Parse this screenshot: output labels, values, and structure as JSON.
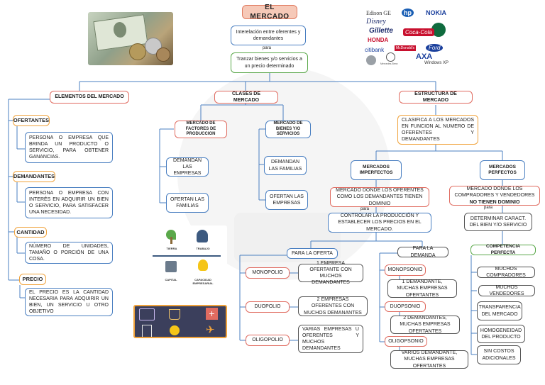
{
  "title": "EL MERCADO",
  "intro": "Interelación entre oferentes y demandantes",
  "para1": "para",
  "purpose": "Tranzar bienes y/o servicios a un precio determinado",
  "elementos": {
    "header": "ELEMENTOS DEL MERCADO",
    "ofertantes": {
      "label": "OFERTANTES",
      "desc": "PERSONA O EMPRESA QUE BRINDA UN PRODUCTO O SERVICIO, PARA OBTENER GANANCIAS."
    },
    "demandantes": {
      "label": "DEMANDANTES",
      "desc": "PERSONA O EMPRESA CON INTERÉS EN ADQUIRIR UN BIEN O SERVICIO, PARA SATISFACER UNA NECESIDAD."
    },
    "cantidad": {
      "label": "CANTIDAD",
      "desc": "NÚMERO DE UNIDADES, TAMAÑO O PORCIÓN DE UNA COSA."
    },
    "precio": {
      "label": "PRECIO",
      "desc": "EL PRECIO ES LA CANTIDAD NECESARIA PARA ADQUIRIR UN BIEN, UN SERVICIO U OTRO OBJETIVO"
    }
  },
  "clases": {
    "header": "CLASES DE MERCADO",
    "factores": "MERCADO DE FACTORES DE PRODUCCION",
    "bienes": "MERCADO DE BIENES Y/O SERVICIOS",
    "f_demandan": "DEMANDAN LAS EMPRESAS",
    "f_ofertan": "OFERTAN LAS FAMILIAS",
    "b_demandan": "DEMANDAN LAS FAMILIAS",
    "b_ofertan": "OFERTAN LAS EMPRESAS",
    "factors_icons": [
      "TIERRA",
      "TRABAJO",
      "CAPITAL",
      "CAPACIDAD EMPRESARIAL"
    ]
  },
  "estructura": {
    "header": "ESTRUCTURA DE MERCADO",
    "desc": "CLASIFICA A LOS MERCADOS EN FUNCION AL NUMERO DE OFERENTES Y DEMANDANTES",
    "imperfectos": "MERCADOS IMPERFECTOS",
    "perfectos": "MERCADOS PERFECTOS",
    "imp_desc": "MERCADO DONDE LOS OFERENTES COMO LOS DEMANDANTES TIENEN DOMINIO",
    "perf_desc_a": "MERCADO DONDE LOS COMPRADORES Y VENDEDORES ",
    "perf_desc_b": "NO TIENEN DOMINIO",
    "para_imp": "para",
    "para_perf": "para",
    "imp_goal": "CONTROLAR LA PRODUCCIÓN Y ESTABLECER LOS PRECIOS EN EL MERCADO.",
    "perf_goal": "DETERMINAR CARACT. DEL BIEN Y/O SERVICIO",
    "oferta": "PARA LA OFERTA",
    "demanda": "PARA LA DEMANDA",
    "monopolio": "MONOPOLIO",
    "monopolio_desc": "1 EMPRESA OFERTANTE CON MUCHOS DEMANDANTES",
    "duopolio": "DUOPOLIO",
    "duopolio_desc": "2 EMPRESAS OFERENTES CON MUCHOS DEMANANTES",
    "oligopolio": "OLIGOPOLIO",
    "oligopolio_desc": "VARIAS EMPRESAS U OFERENTES Y MUCHOS DEMANDANTES",
    "monopsonio": "MONOPSONIO",
    "monopsonio_desc": "1 DEMANDANTE, MUCHAS EMPRESAS OFERTANTES",
    "duopsonio": "DUOPSONIO",
    "duopsonio_desc": "2 DEMANDANTES, MUCHAS EMPRESAS OFERTANTES",
    "oligopsonio": "OLIGOPSONIO",
    "oligopsonio_desc": "VARIOS DEMANDANTE, MUCHAS EMPRESAS OFERTANTES",
    "competencia": "COMPETENCIA PERFECTA",
    "caracteristicas": [
      "MUCHOS COMPRADORES",
      "MUCHOS VENDEDORES",
      "TRANSPARENCIA DEL MERCADO",
      "HOMOGENEIDAD DEL PRODUCTO",
      "SIN COSTOS ADICIONALES"
    ]
  },
  "logos": [
    "Edison GE",
    "hp",
    "NOKIA",
    "Disney",
    "Gillette",
    "Coca-Cola",
    "HONDA",
    "citibank",
    "McDonald's",
    "Ford",
    "AXA",
    "Mercedes-Benz",
    "Windows XP"
  ],
  "colors": {
    "blue": "#4a7fc1",
    "red": "#e06b60",
    "orange": "#f0a23a",
    "green": "#5aa84a",
    "title_bg": "#f6c9b8"
  }
}
